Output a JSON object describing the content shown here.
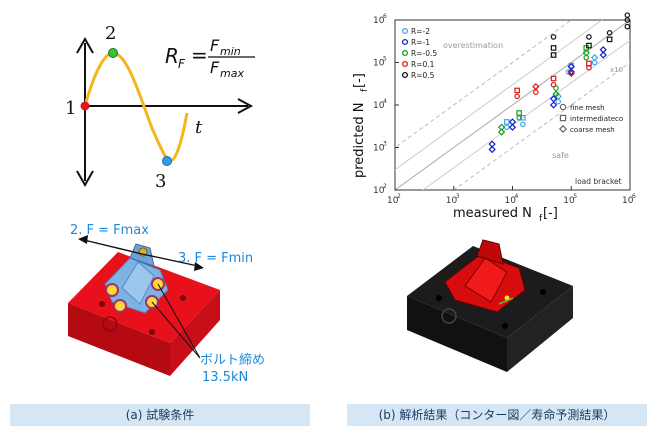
{
  "load_curve": {
    "point_labels": [
      "1",
      "2",
      "3"
    ],
    "formula": {
      "lhs_main": "R",
      "lhs_sub": "F",
      "eq": "=",
      "num_main": "F",
      "num_sub": "min",
      "den_main": "F",
      "den_sub": "max"
    },
    "axis_t": "t"
  },
  "test_setup": {
    "label_fmax": "2. F = Fmax",
    "label_fmin": "3. F = Fmin",
    "bolt_line1": "ボルト締め",
    "bolt_line2": "13.5kN"
  },
  "captions": {
    "left": "(a) 試験条件",
    "right": "(b) 解析結果（コンター図／寿命予測結果）"
  },
  "colors": {
    "base_red": "#e8101a",
    "bracket_blue": "#7fb2e4",
    "result_base": "#1c1c1c",
    "result_red": "#d80c0c"
  },
  "chart_data": {
    "type": "scatter",
    "log_scale": true,
    "xlim": [
      100,
      1000000
    ],
    "ylim": [
      100,
      1000000
    ],
    "x_ticks": [
      "10",
      "10",
      "10",
      "10",
      "10"
    ],
    "x_tick_exp": [
      "2",
      "3",
      "4",
      "5",
      "6"
    ],
    "y_ticks": [
      "10",
      "10",
      "10",
      "10",
      "10"
    ],
    "y_tick_exp": [
      "2",
      "3",
      "4",
      "5",
      "6"
    ],
    "xlabel": {
      "main": "measured N",
      "sub": "f",
      "unit": " [-]"
    },
    "ylabel": {
      "main": "predicted N",
      "sub": "f",
      "unit": " [-]"
    },
    "annotations": {
      "over": "overestimation",
      "safe": "safe",
      "x10": "x10",
      "bracket": "load bracket"
    },
    "legend_r": [
      {
        "label": "R=-2",
        "color": "#3fa8ea"
      },
      {
        "label": "R=-1",
        "color": "#1020c8"
      },
      {
        "label": "R=-0.5",
        "color": "#18a018"
      },
      {
        "label": "R=0.1",
        "color": "#e01818"
      },
      {
        "label": "R=0.5",
        "color": "#111111"
      }
    ],
    "legend_mesh": [
      {
        "label": "fine mesh",
        "marker": "circle"
      },
      {
        "label": "intermediateco",
        "marker": "square"
      },
      {
        "label": "coarse mesh",
        "marker": "diamond"
      }
    ],
    "series": [
      {
        "color": "#3fa8ea",
        "points": [
          {
            "x": 8000,
            "y": 3000,
            "m": "circle"
          },
          {
            "x": 8000,
            "y": 4000,
            "m": "square"
          },
          {
            "x": 15000,
            "y": 3500,
            "m": "circle"
          },
          {
            "x": 15000,
            "y": 5000,
            "m": "square"
          },
          {
            "x": 60000,
            "y": 12000,
            "m": "circle"
          },
          {
            "x": 60000,
            "y": 16000,
            "m": "diamond"
          },
          {
            "x": 90000,
            "y": 60000,
            "m": "circle"
          },
          {
            "x": 100000,
            "y": 85000,
            "m": "square"
          },
          {
            "x": 250000,
            "y": 100000,
            "m": "circle"
          },
          {
            "x": 250000,
            "y": 130000,
            "m": "diamond"
          }
        ]
      },
      {
        "color": "#1020c8",
        "points": [
          {
            "x": 4500,
            "y": 900,
            "m": "diamond"
          },
          {
            "x": 4500,
            "y": 1200,
            "m": "diamond"
          },
          {
            "x": 10000,
            "y": 3000,
            "m": "diamond"
          },
          {
            "x": 10000,
            "y": 4000,
            "m": "diamond"
          },
          {
            "x": 50000,
            "y": 10000,
            "m": "diamond"
          },
          {
            "x": 50000,
            "y": 14000,
            "m": "diamond"
          },
          {
            "x": 100000,
            "y": 60000,
            "m": "diamond"
          },
          {
            "x": 100000,
            "y": 80000,
            "m": "diamond"
          },
          {
            "x": 350000,
            "y": 150000,
            "m": "diamond"
          },
          {
            "x": 350000,
            "y": 200000,
            "m": "diamond"
          }
        ]
      },
      {
        "color": "#18a018",
        "points": [
          {
            "x": 6500,
            "y": 2300,
            "m": "diamond"
          },
          {
            "x": 6500,
            "y": 3000,
            "m": "diamond"
          },
          {
            "x": 13000,
            "y": 5000,
            "m": "circle"
          },
          {
            "x": 13000,
            "y": 6500,
            "m": "square"
          },
          {
            "x": 55000,
            "y": 18000,
            "m": "diamond"
          },
          {
            "x": 55000,
            "y": 25000,
            "m": "circle"
          },
          {
            "x": 180000,
            "y": 130000,
            "m": "circle"
          },
          {
            "x": 180000,
            "y": 170000,
            "m": "diamond"
          },
          {
            "x": 180000,
            "y": 220000,
            "m": "square"
          }
        ]
      },
      {
        "color": "#e01818",
        "points": [
          {
            "x": 12000,
            "y": 16000,
            "m": "circle"
          },
          {
            "x": 12000,
            "y": 22000,
            "m": "square"
          },
          {
            "x": 25000,
            "y": 20000,
            "m": "circle"
          },
          {
            "x": 25000,
            "y": 27000,
            "m": "diamond"
          },
          {
            "x": 50000,
            "y": 30000,
            "m": "circle"
          },
          {
            "x": 50000,
            "y": 42000,
            "m": "square"
          },
          {
            "x": 100000,
            "y": 55000,
            "m": "diamond"
          },
          {
            "x": 200000,
            "y": 75000,
            "m": "circle"
          },
          {
            "x": 200000,
            "y": 95000,
            "m": "square"
          }
        ]
      },
      {
        "color": "#111111",
        "points": [
          {
            "x": 50000,
            "y": 150000,
            "m": "square"
          },
          {
            "x": 50000,
            "y": 220000,
            "m": "square"
          },
          {
            "x": 50000,
            "y": 400000,
            "m": "circle"
          },
          {
            "x": 200000,
            "y": 250000,
            "m": "square"
          },
          {
            "x": 200000,
            "y": 400000,
            "m": "circle"
          },
          {
            "x": 450000,
            "y": 350000,
            "m": "square"
          },
          {
            "x": 450000,
            "y": 500000,
            "m": "circle"
          },
          {
            "x": 900000,
            "y": 700000,
            "m": "circle"
          },
          {
            "x": 900000,
            "y": 1000000,
            "m": "circle"
          },
          {
            "x": 900000,
            "y": 1300000,
            "m": "circle"
          }
        ]
      }
    ]
  }
}
